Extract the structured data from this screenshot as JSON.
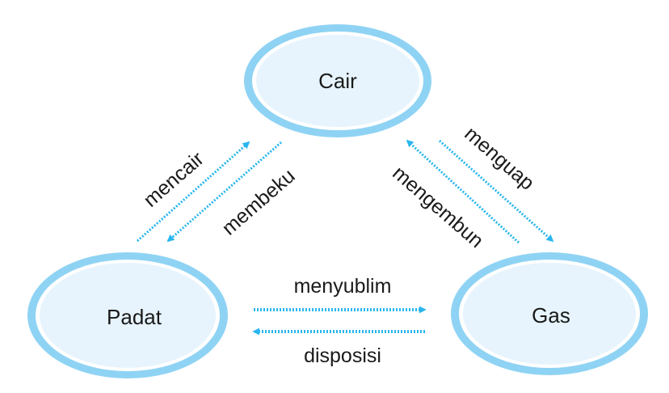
{
  "colors": {
    "ring_outer": "#8fd3f4",
    "ring_inner": "#ffffff",
    "fill": "#e7f4fd",
    "arrow": "#29b6ef"
  },
  "nodes": {
    "cair": "Cair",
    "padat": "Padat",
    "gas": "Gas"
  },
  "edges": {
    "mencair": "mencair",
    "membeku": "membeku",
    "menguap": "menguap",
    "mengembun": "mengembun",
    "menyublim": "menyublim",
    "disposisi": "disposisi"
  }
}
